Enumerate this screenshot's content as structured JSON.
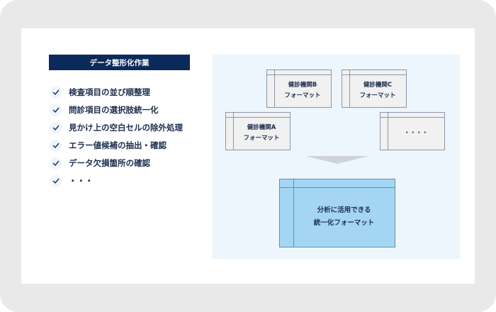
{
  "title": "データ整形化作業",
  "tasks": [
    "検査項目の並び順整理",
    "問診項目の選択肢統一化",
    "見かけ上の空白セルの除外処理",
    "エラー値候補の抽出・確認",
    "データ欠損箇所の確認",
    "・・・"
  ],
  "sources": [
    {
      "line1": "健診機関B",
      "line2": "フォーマット"
    },
    {
      "line1": "健診機関C",
      "line2": "フォーマット"
    },
    {
      "line1": "健診機関A",
      "line2": "フォーマット"
    },
    {
      "line1": "・・・・",
      "line2": ""
    }
  ],
  "result": {
    "line1": "分析に活用できる",
    "line2": "統一化フォーマット"
  },
  "colors": {
    "navy": "#0b2a5b",
    "panel": "#eef6fd",
    "result_fill": "#a4d6f4",
    "source_fill": "#f1f1f1"
  }
}
